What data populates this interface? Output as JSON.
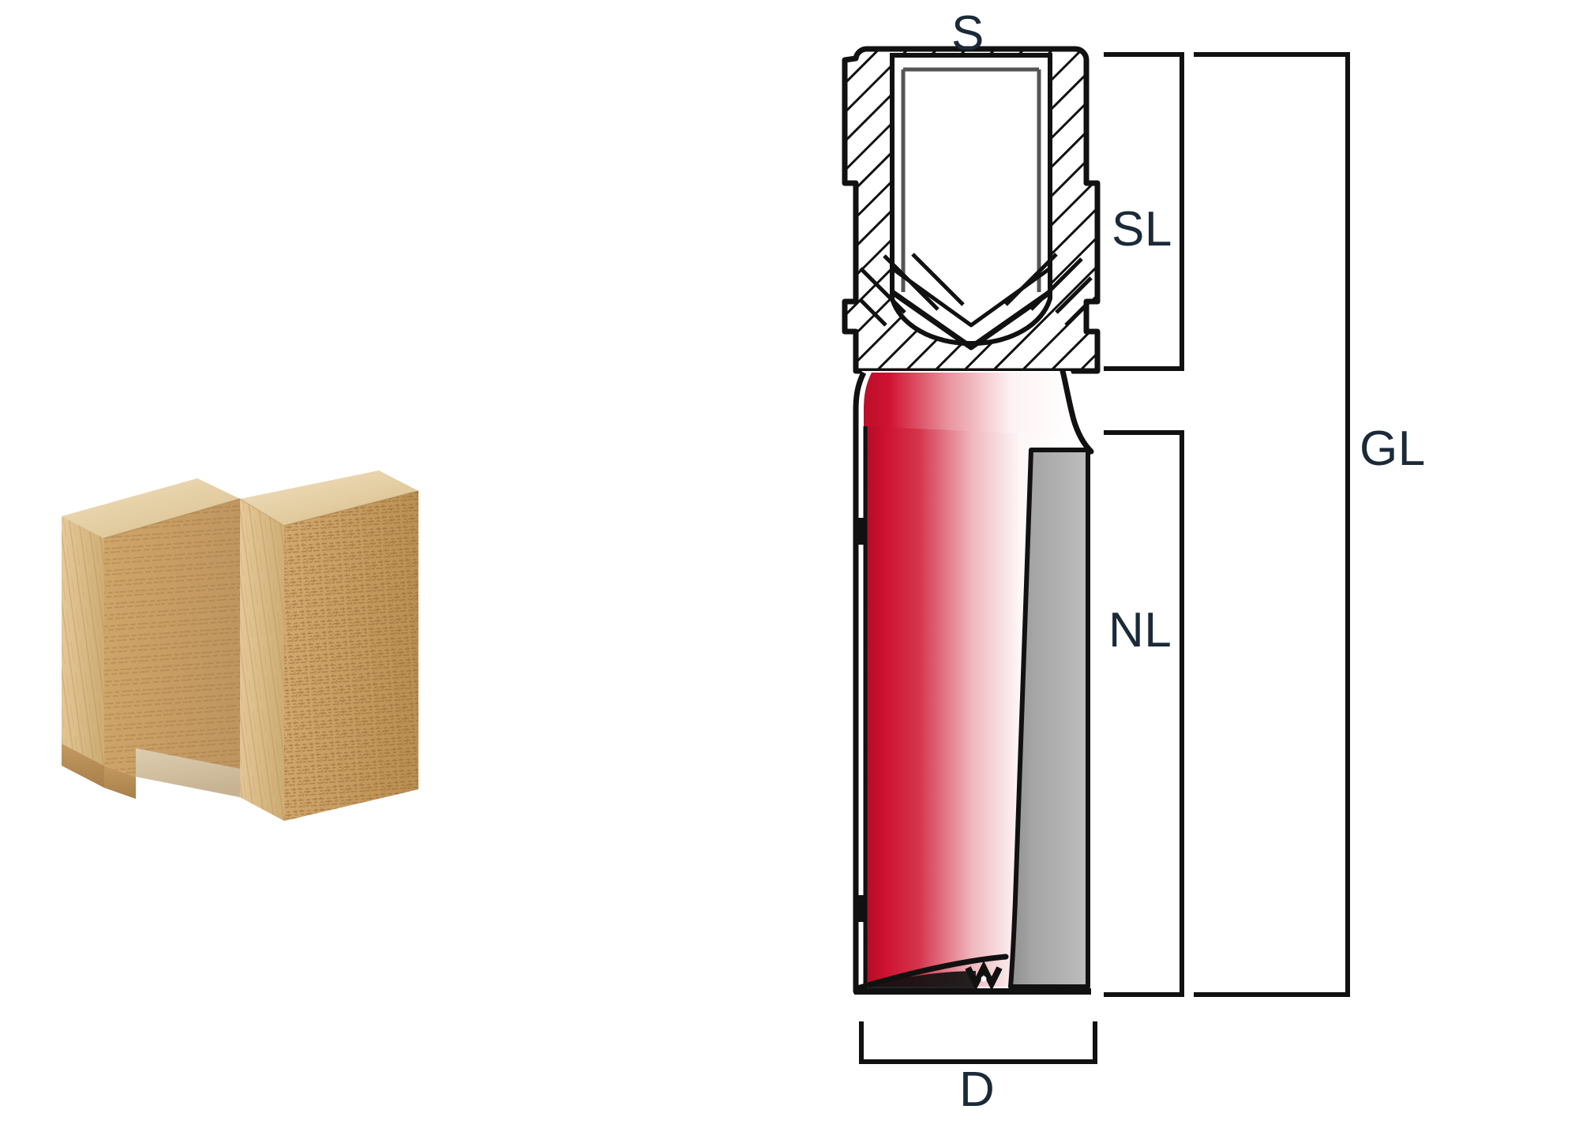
{
  "diagram": {
    "title": "Router bit dimension diagram",
    "background_color": "#ffffff",
    "label_color": "#1b2a38",
    "line_color": "#111111"
  },
  "labels": {
    "shank_diameter": "S",
    "shank_length": "SL",
    "cutting_length": "NL",
    "overall_length": "GL",
    "cutting_diameter": "D"
  },
  "bit": {
    "colors": {
      "body_red": "#c8102e",
      "body_highlight": "#ffffff",
      "carbide_gray": "#a8a8a8",
      "hatch_line": "#111111"
    },
    "parts": {
      "shank": "hatched-collet-shank",
      "bore": "inner-bore",
      "chamfer": "v-chamfer",
      "body": "cutter-body",
      "flute": "carbide-flute",
      "tip": "cutting-tip"
    }
  },
  "wood": {
    "description": "wood block with routed groove",
    "colors": {
      "face": "#c59a5e",
      "end_grain": "#d6b27e",
      "top": "#e4cb9f",
      "groove_floor": "#d0bf9e"
    }
  }
}
